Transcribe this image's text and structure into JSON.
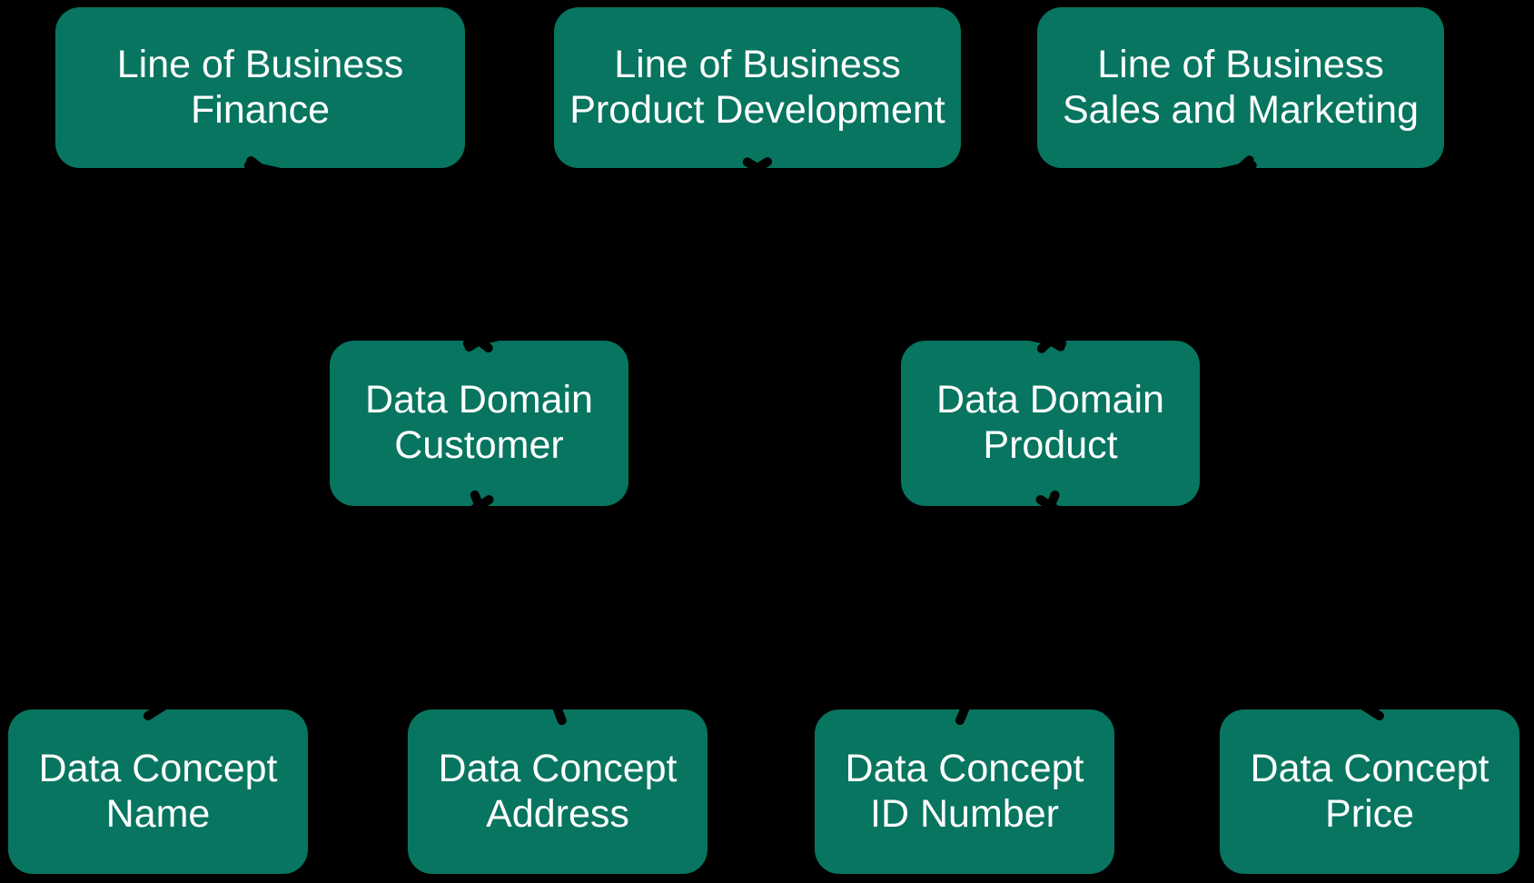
{
  "colors": {
    "background": "#000000",
    "node_fill": "#077560",
    "node_text": "#ffffff",
    "connector": "#000000"
  },
  "nodes": [
    {
      "id": "lob-finance",
      "label": "Line of Business\nFinance"
    },
    {
      "id": "lob-product-development",
      "label": "Line of Business\nProduct Development"
    },
    {
      "id": "lob-sales-marketing",
      "label": "Line of Business\nSales and Marketing"
    },
    {
      "id": "domain-customer",
      "label": "Data Domain\nCustomer"
    },
    {
      "id": "domain-product",
      "label": "Data Domain\nProduct"
    },
    {
      "id": "concept-name",
      "label": "Data Concept\nName"
    },
    {
      "id": "concept-address",
      "label": "Data Concept\nAddress"
    },
    {
      "id": "concept-id-number",
      "label": "Data Concept\nID Number"
    },
    {
      "id": "concept-price",
      "label": "Data Concept\nPrice"
    }
  ],
  "connections": [
    [
      "lob-finance",
      "domain-customer"
    ],
    [
      "lob-finance",
      "domain-product"
    ],
    [
      "lob-product-development",
      "domain-customer"
    ],
    [
      "lob-product-development",
      "domain-product"
    ],
    [
      "lob-sales-marketing",
      "domain-customer"
    ],
    [
      "lob-sales-marketing",
      "domain-product"
    ],
    [
      "domain-customer",
      "concept-name"
    ],
    [
      "domain-customer",
      "concept-address"
    ],
    [
      "domain-product",
      "concept-id-number"
    ],
    [
      "domain-product",
      "concept-price"
    ]
  ]
}
